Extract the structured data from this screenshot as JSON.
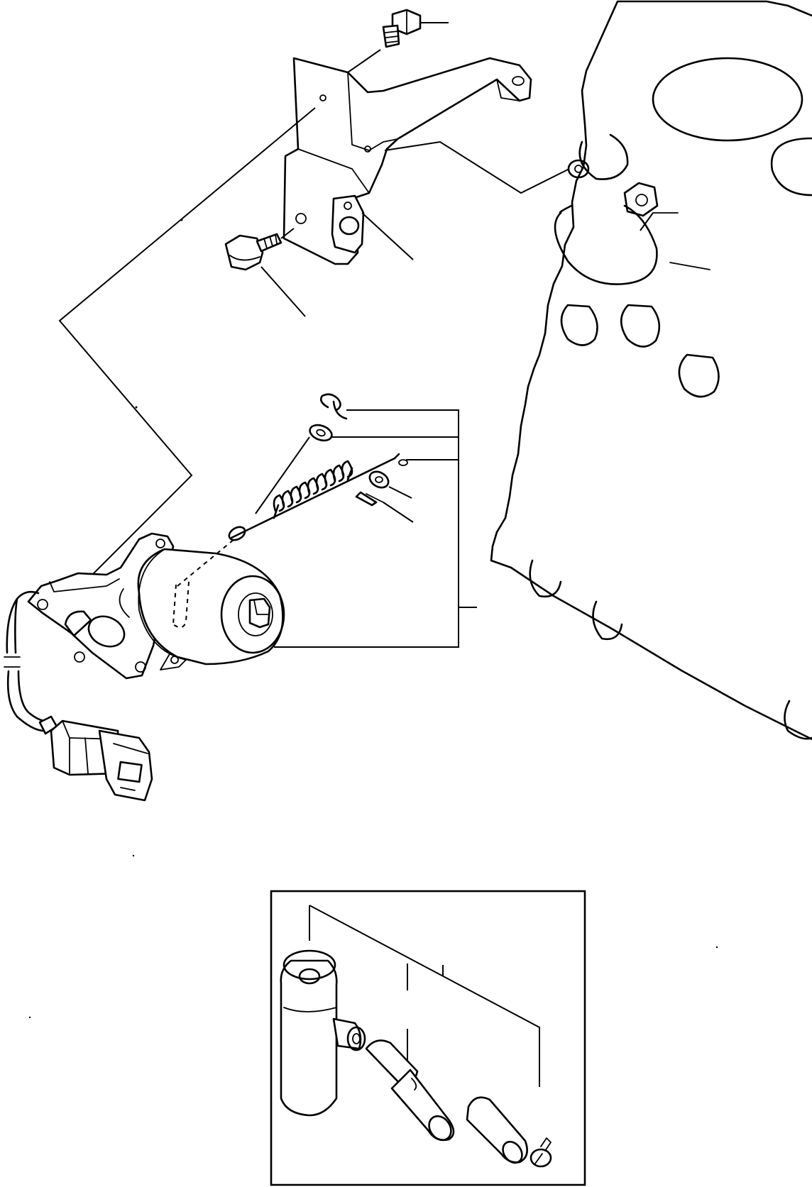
{
  "diagram": {
    "kind": "exploded-parts-view",
    "parts": [
      {
        "id": "bolt-top",
        "icon": "hex-bolt-icon"
      },
      {
        "id": "mounting-bracket",
        "icon": "bracket-icon"
      },
      {
        "id": "bolt-bracket",
        "icon": "flange-bolt-icon"
      },
      {
        "id": "snap-ring",
        "icon": "snap-ring-icon"
      },
      {
        "id": "washer",
        "icon": "washer-icon"
      },
      {
        "id": "spring",
        "icon": "coil-spring-icon"
      },
      {
        "id": "small-washer",
        "icon": "washer-icon"
      },
      {
        "id": "cotter-pin",
        "icon": "pin-icon"
      },
      {
        "id": "actuator-motor",
        "icon": "motor-icon"
      },
      {
        "id": "harness-connector",
        "icon": "connector-icon"
      },
      {
        "id": "engine-block",
        "icon": "engine-block-icon"
      },
      {
        "id": "inset-cylinder-fitting",
        "icon": "fitting-icon"
      },
      {
        "id": "inset-hose-1",
        "icon": "hose-icon"
      },
      {
        "id": "inset-hose-2",
        "icon": "hose-icon"
      },
      {
        "id": "inset-clip",
        "icon": "hose-clip-icon"
      }
    ]
  }
}
